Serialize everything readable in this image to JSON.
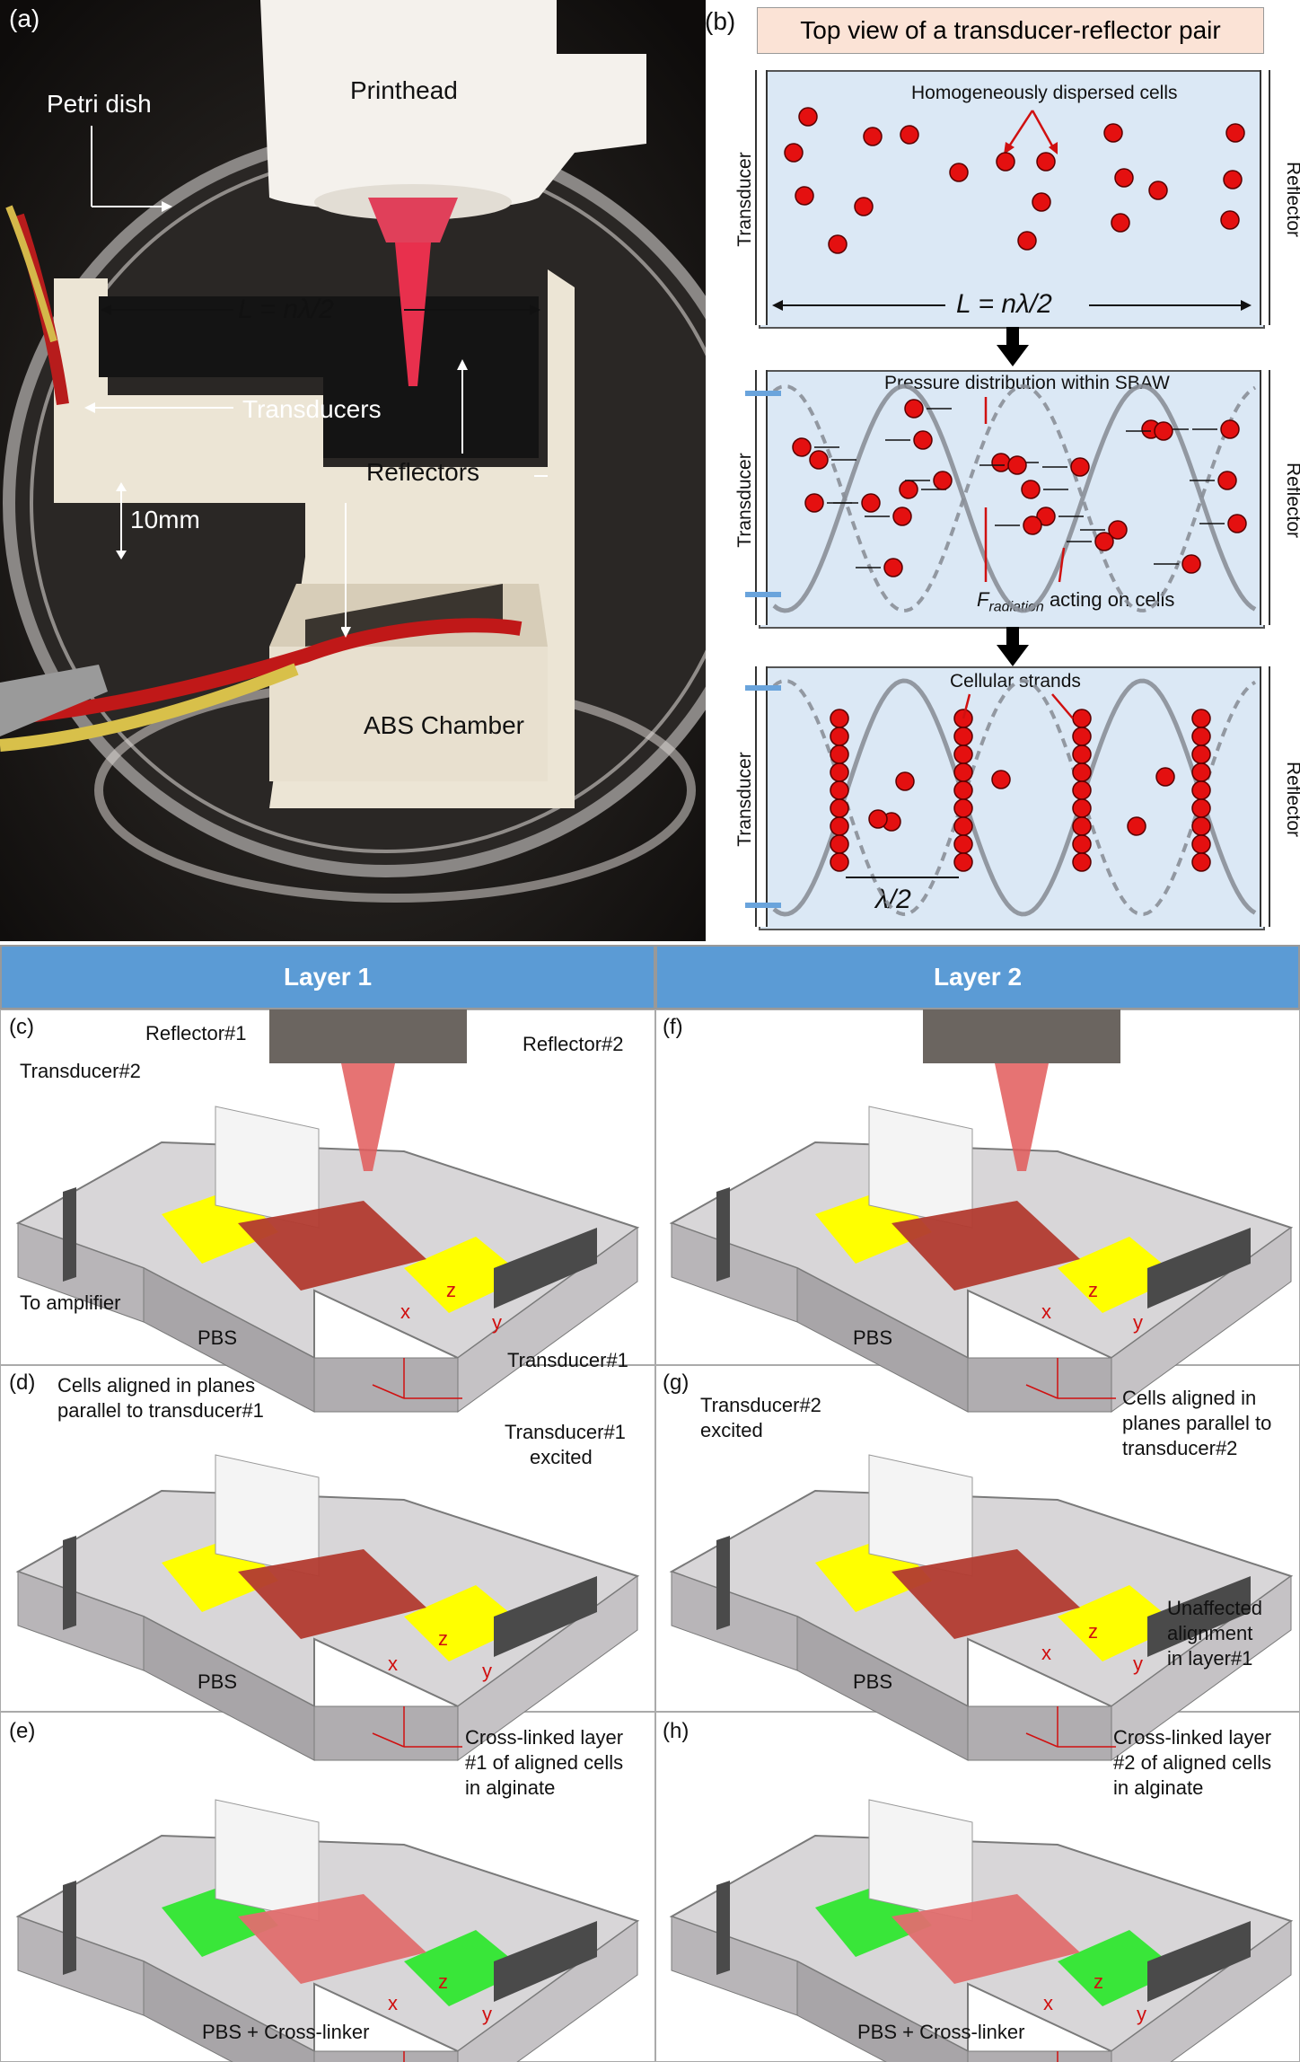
{
  "panel_a": {
    "tag": "(a)",
    "printhead": "Printhead",
    "petri_dish": "Petri dish",
    "length_eq": "L = nλ/2",
    "transducers": "Transducers",
    "reflectors": "Reflectors",
    "height": "10mm",
    "chamber": "ABS Chamber"
  },
  "panel_b": {
    "tag": "(b)",
    "title": "Top view of a transducer-reflector pair",
    "side_left": "Transducer",
    "side_right": "Reflector",
    "box1_label": "Homogeneously dispersed cells",
    "box1_length": "L = nλ/2",
    "box2_label": "Pressure distribution within SBAW",
    "box2_force": "F",
    "box2_force_sub": "radiation",
    "box2_force_rest": " acting on cells",
    "box3_label": "Cellular strands",
    "box3_half": "λ/2"
  },
  "table": {
    "col1": "Layer 1",
    "col2": "Layer 2"
  },
  "panel_c": {
    "tag": "(c)",
    "reflector1": "Reflector#1",
    "reflector2": "Reflector#2",
    "transducer2": "Transducer#2",
    "to_amp": "To amplifier",
    "pbs": "PBS",
    "transducer1": "Transducer#1",
    "x": "x",
    "y": "y",
    "z": "z"
  },
  "panel_f": {
    "tag": "(f)",
    "pbs": "PBS",
    "x": "x",
    "y": "y",
    "z": "z"
  },
  "panel_d": {
    "tag": "(d)",
    "cells_aligned_1": "Cells aligned in planes",
    "cells_aligned_2": "parallel to transducer#1",
    "excited_1": "Transducer#1",
    "excited_2": "excited",
    "pbs": "PBS",
    "x": "x",
    "y": "y",
    "z": "z"
  },
  "panel_g": {
    "tag": "(g)",
    "excited_1": "Transducer#2",
    "excited_2": "excited",
    "cells_1": "Cells aligned in",
    "cells_2": "planes parallel to",
    "cells_3": "transducer#2",
    "unaffected_1": "Unaffected",
    "unaffected_2": "alignment",
    "unaffected_3": "in layer#1",
    "pbs": "PBS",
    "x": "x",
    "y": "y",
    "z": "z"
  },
  "panel_e": {
    "tag": "(e)",
    "cross_1": "Cross-linked layer",
    "cross_2": "#1 of aligned cells",
    "cross_3": "in alginate",
    "pbs": "PBS + Cross-linker",
    "x": "x",
    "y": "y",
    "z": "z"
  },
  "panel_h": {
    "tag": "(h)",
    "cross_1": "Cross-linked layer",
    "cross_2": "#2 of aligned cells",
    "cross_3": "in alginate",
    "pbs": "PBS + Cross-linker",
    "x": "x",
    "y": "y",
    "z": "z"
  },
  "colors": {
    "header_blue": "#5b9bd5",
    "cell_red": "#e41010",
    "pbs_yellow": "#ffff00",
    "crosslinker_green": "#39e639",
    "chamber_grey": "#b8b5b8",
    "box_blue": "#dbe8f5",
    "title_bg": "#fbe3d6"
  }
}
